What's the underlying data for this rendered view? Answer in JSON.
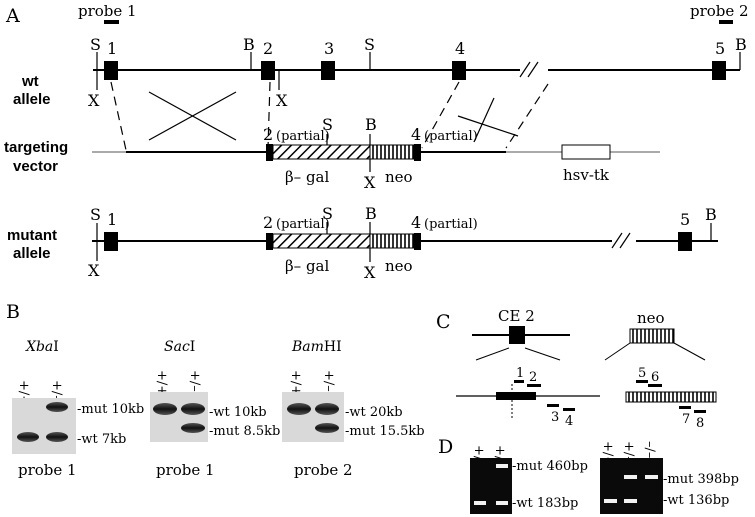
{
  "panels": {
    "a": "A",
    "b": "B",
    "c": "C",
    "d": "D"
  },
  "panel_a": {
    "probe1": "probe 1",
    "probe2": "probe 2",
    "wt_allele": [
      "wt",
      "allele"
    ],
    "targeting_vector": [
      "targeting",
      "vector"
    ],
    "mutant_allele": [
      "mutant",
      "allele"
    ],
    "sites": {
      "s": "S",
      "b": "B",
      "x": "X"
    },
    "exons": {
      "e1": "1",
      "e2": "2",
      "e3": "3",
      "e4": "4",
      "e5": "5"
    },
    "partial": "(partial)",
    "beta_gal": "β– gal",
    "neo": "neo",
    "hsv_tk": "hsv-tk"
  },
  "panel_b": {
    "blots": [
      {
        "enzyme_prefix": "Xba",
        "enzyme_suffix": "I",
        "lanes": [
          "+/+",
          "+/–"
        ],
        "bands": [
          "-mut 10kb",
          "-wt 7kb"
        ],
        "probe": "probe 1"
      },
      {
        "enzyme_prefix": "Sac",
        "enzyme_suffix": "I",
        "lanes": [
          "+/+",
          "+/–"
        ],
        "bands": [
          "-wt 10kb",
          "-mut 8.5kb"
        ],
        "probe": "probe 1"
      },
      {
        "enzyme_prefix": "Bam",
        "enzyme_suffix": "HI",
        "lanes": [
          "+/+",
          "+/–"
        ],
        "bands": [
          "-wt 20kb",
          "-mut 15.5kb"
        ],
        "probe": "probe 2"
      }
    ]
  },
  "panel_c": {
    "ce2": "CE 2",
    "neo": "neo",
    "primers": {
      "p1": "1",
      "p2": "2",
      "p3": "3",
      "p4": "4",
      "p5": "5",
      "p6": "6",
      "p7": "7",
      "p8": "8"
    }
  },
  "panel_d": {
    "gel1": {
      "lanes": [
        "+/+",
        "+/–"
      ],
      "bands": [
        "-mut 460bp",
        "-wt 183bp"
      ]
    },
    "gel2": {
      "lanes": [
        "+/+",
        "+/–",
        "–/–"
      ],
      "bands": [
        "-mut 398bp",
        "-wt 136bp"
      ]
    }
  },
  "colors": {
    "ink": "#000000",
    "blot_bg": "#d9d9d9",
    "gel_bg": "#0a0a0a",
    "gel_band": "#f2f2f2"
  }
}
